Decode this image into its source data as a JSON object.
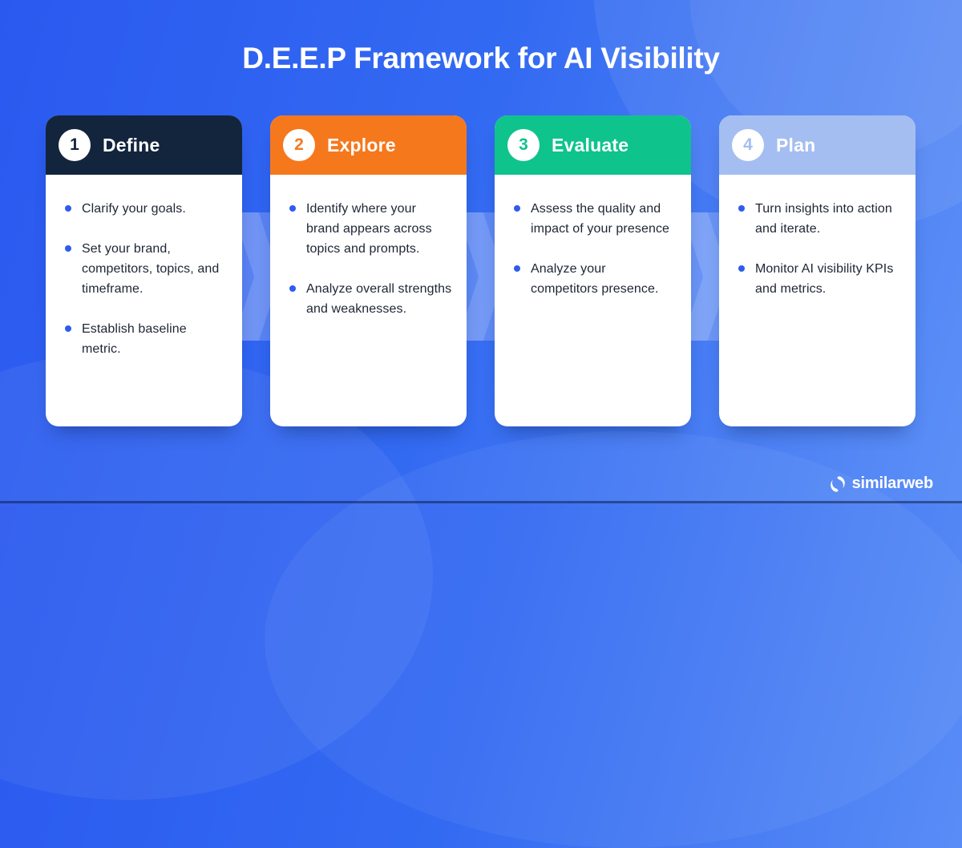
{
  "title": "D.E.E.P Framework for AI Visibility",
  "cards": [
    {
      "number": "1",
      "label": "Define",
      "color": "#13253d",
      "bullets": [
        "Clarify your goals.",
        "Set your brand, competitors, topics, and timeframe.",
        "Establish baseline metric."
      ]
    },
    {
      "number": "2",
      "label": "Explore",
      "color": "#f6781d",
      "bullets": [
        "Identify where your brand appears across topics and prompts.",
        "Analyze overall strengths and weaknesses."
      ]
    },
    {
      "number": "3",
      "label": "Evaluate",
      "color": "#0fc38c",
      "bullets": [
        "Assess the quality and impact of your presence",
        "Analyze your competitors presence."
      ]
    },
    {
      "number": "4",
      "label": "Plan",
      "color": "#a4bef1",
      "bullets": [
        "Turn insights into action and iterate.",
        "Monitor AI visibility KPIs and metrics."
      ]
    }
  ],
  "footer": {
    "logo_text": "similarweb"
  },
  "colors": {
    "bullet_dot": "#2e5bf0",
    "body_text": "#1e2534",
    "background_start": "#2a59ef",
    "background_end": "#5c8ff6"
  }
}
